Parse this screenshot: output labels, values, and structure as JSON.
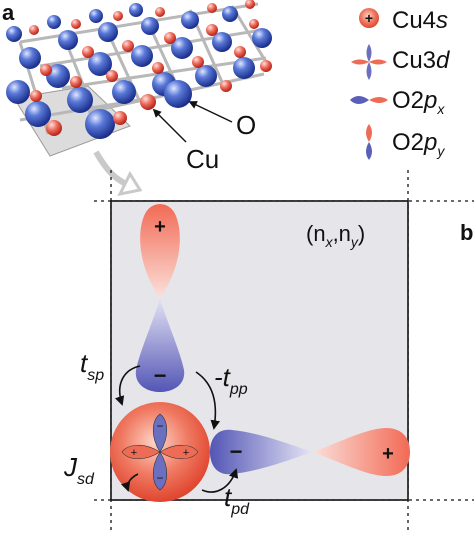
{
  "panels": {
    "a_label": "a",
    "b_label": "b"
  },
  "lattice": {
    "o_label": "O",
    "cu_label": "Cu"
  },
  "legend": [
    {
      "text": "Cu4",
      "sub": "s",
      "icon": "cu4s-orbital-icon"
    },
    {
      "text": "Cu3",
      "sub": "d",
      "icon": "cu3d-orbital-icon"
    },
    {
      "text": "O2",
      "sub": "p",
      "subsub": "x",
      "icon": "o2px-orbital-icon"
    },
    {
      "text": "O2",
      "sub": "p",
      "subsub": "y",
      "icon": "o2py-orbital-icon"
    }
  ],
  "cell": {
    "coord_main": "(n",
    "coord_x": "x",
    "coord_mid": ",n",
    "coord_y": "y",
    "coord_end": ")"
  },
  "signs": {
    "plus": "+",
    "minus": "−"
  },
  "hoppings": {
    "t_sp": {
      "main": "t",
      "sub": "sp"
    },
    "t_pp": {
      "prefix": "-",
      "main": "t",
      "sub": "pp"
    },
    "t_pd": {
      "main": "t",
      "sub": "pd"
    },
    "j_sd": {
      "main": "J",
      "sub": "sd"
    }
  },
  "colors": {
    "red": "#e8503a",
    "blue": "#4a4fb0",
    "cell_fill": "#e6e6ea",
    "arrow_gray": "#c9c9c9"
  }
}
